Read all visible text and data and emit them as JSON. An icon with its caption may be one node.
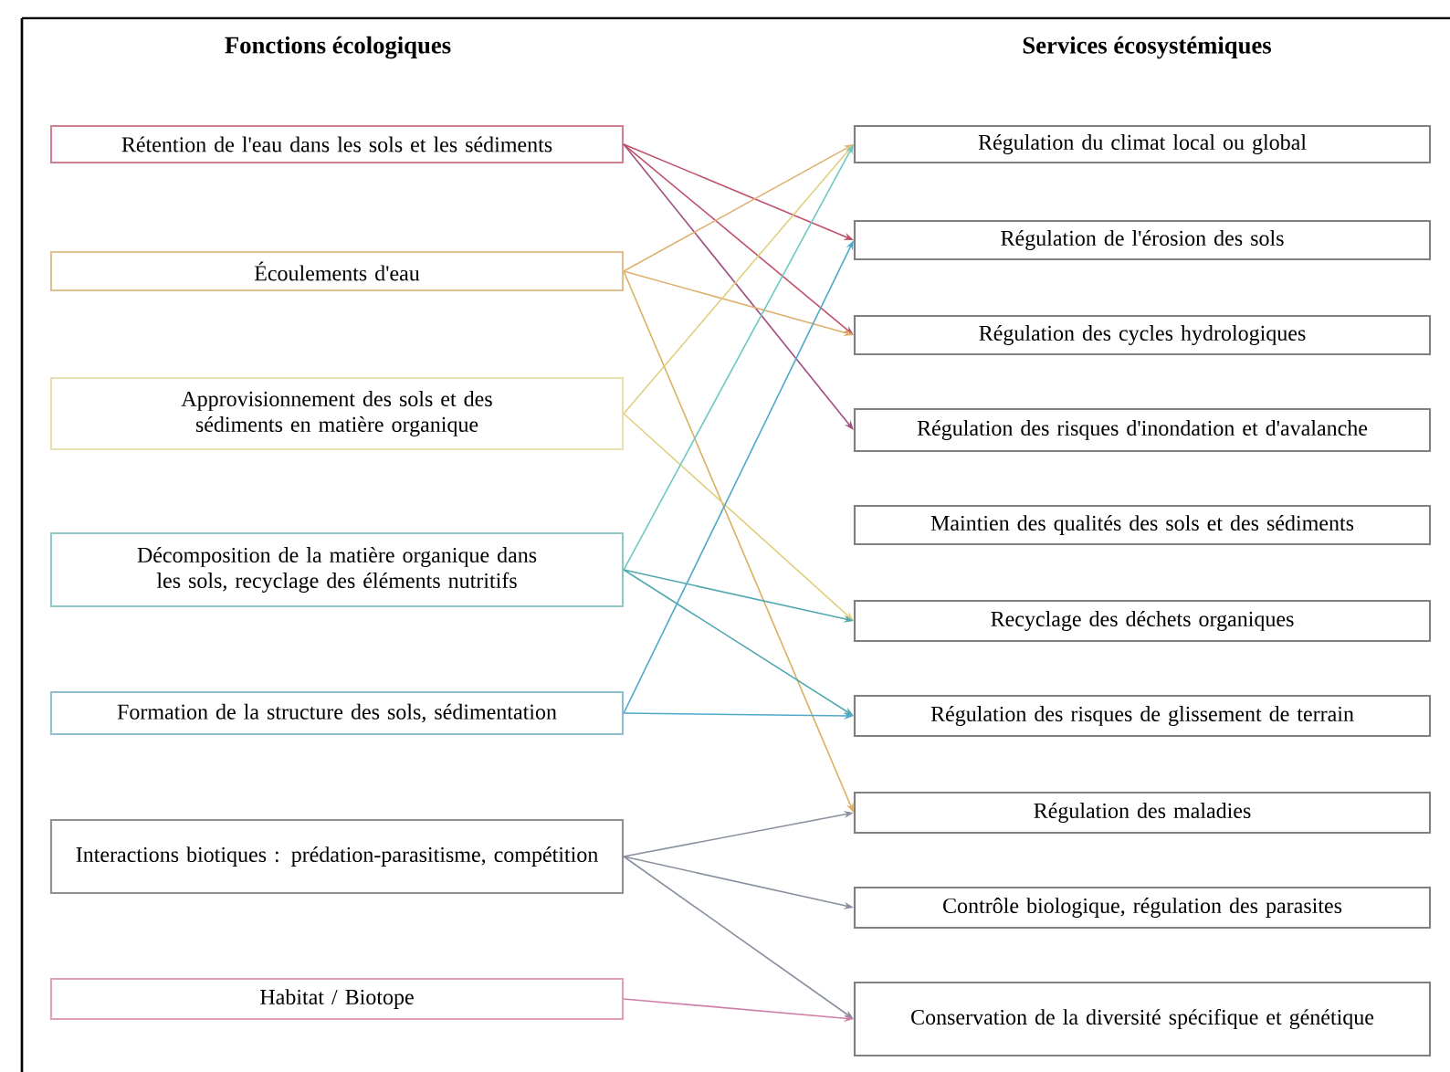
{
  "diagram": {
    "nodes": [
      {
        "text": [
          "Rétention de l'eau dans les sols et les sédiments"
        ]
      },
      {
        "text": [
          "Écoulements d'eau"
        ]
      },
      {
        "text": [
          "Approvisionnement des sols et des sédiments en matière organique"
        ]
      },
      {
        "text": [
          "Décomposition de la matière organique dans les sols, recyclage des éléments nutritifs"
        ]
      },
      {
        "text": [
          "Formation de la structure des sols, sédimentation"
        ]
      },
      {
        "text": [
          "Interactions biotiques : prédation-parasitisme, compétition"
        ]
      },
      {
        "text": [
          "Habitat / Biotope"
        ]
      },
      {
        "text": [
          "Régulation du climat local ou global"
        ]
      },
      {
        "text": [
          "Régulation de l'érosion des sols"
        ]
      },
      {
        "text": [
          "Régulation des cycles hydrologiques"
        ]
      },
      {
        "text": [
          "Régulation des risques d'inondation et d'avalanche"
        ]
      },
      {
        "text": [
          "Maintien des qualités des sols et des sédiments"
        ]
      },
      {
        "text": [
          "Recyclage des déchets organiques"
        ]
      },
      {
        "text": [
          "Régulation des risques de glissement de terrain"
        ]
      },
      {
        "text": [
          "Régulation des maladies"
        ]
      },
      {
        "text": [
          "Contrôle biologique, régulation des parasites"
        ]
      },
      {
        "text": [
          "Conservation de la diversité spécifique et génétique"
        ]
      }
    ],
    "edges": [
      {
        "from": 0,
        "to": 8,
        "arrow": "to",
        "color": "#c0506a"
      },
      {
        "from": 0,
        "to": 9,
        "arrow": "to",
        "color": "#c0506a"
      },
      {
        "from": 0,
        "to": 10,
        "arrow": "to",
        "color": "#a05080"
      },
      {
        "from": 1,
        "to": 7,
        "arrow": "to",
        "color": "#e0b070"
      },
      {
        "from": 1,
        "to": 9,
        "arrow": "to",
        "color": "#e0b070"
      },
      {
        "from": 1,
        "to": 14,
        "arrow": "to",
        "color": "#d8b060"
      },
      {
        "from": 2,
        "to": 7,
        "arrow": "to",
        "color": "#e0d080"
      },
      {
        "from": 2,
        "to": 12,
        "arrow": "to",
        "color": "#e0d080"
      },
      {
        "from": 3,
        "to": 7,
        "arrow": "to",
        "color": "#70c8c0"
      },
      {
        "from": 3,
        "to": 12,
        "arrow": "to",
        "color": "#50a8b0"
      },
      {
        "from": 3,
        "to": 13,
        "arrow": "to",
        "color": "#50a8b0"
      },
      {
        "from": 4,
        "to": 8,
        "arrow": "to",
        "color": "#50a8c8"
      },
      {
        "from": 4,
        "to": 13,
        "arrow": "to",
        "color": "#50a8c8"
      },
      {
        "from": 5,
        "to": 14,
        "arrow": "to",
        "color": "#8890a0"
      },
      {
        "from": 5,
        "to": 15,
        "arrow": "to",
        "color": "#8890a0"
      },
      {
        "from": 5,
        "to": 16,
        "arrow": "to",
        "color": "#8890a0"
      },
      {
        "from": 6,
        "to": 16,
        "arrow": "to",
        "color": "#d080a8"
      }
    ],
    "labels": [
      "Fonctions écologiques",
      "Services écosystémiques"
    ]
  }
}
